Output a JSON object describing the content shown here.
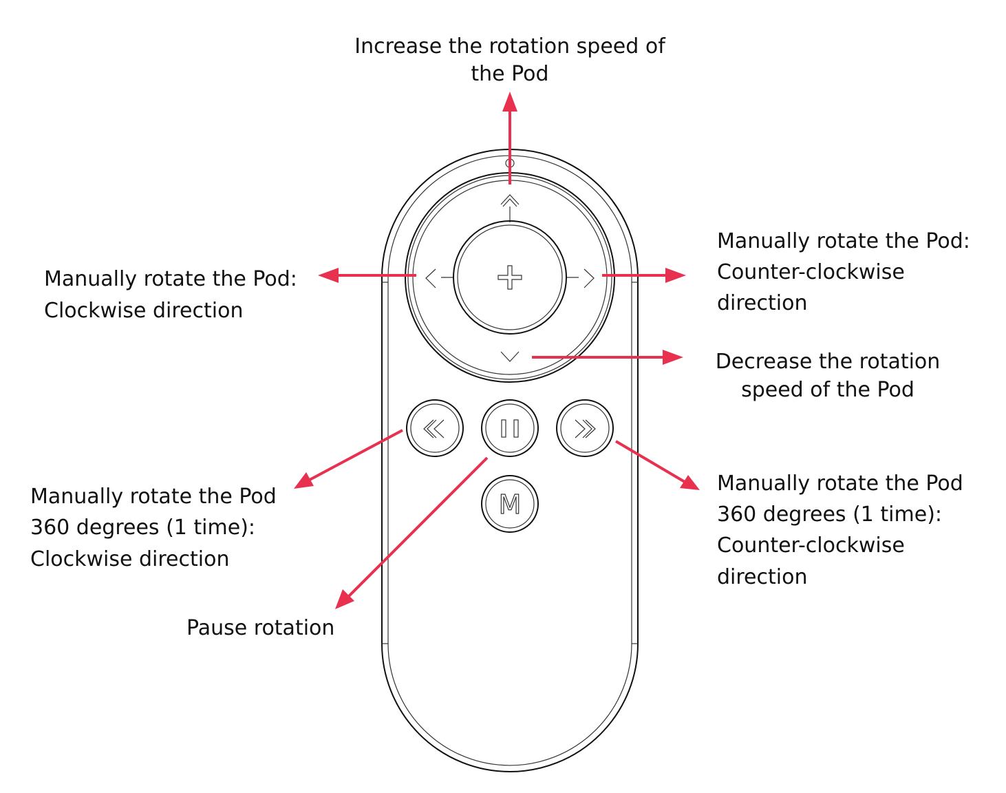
{
  "colors": {
    "arrow": "#e8304f",
    "outline": "#111111"
  },
  "labels": {
    "increase": [
      "Increase the rotation speed of",
      "the Pod"
    ],
    "rotate_cw": [
      "Manually rotate the Pod:",
      "Clockwise direction"
    ],
    "rotate_ccw": [
      "Manually rotate the Pod:",
      "Counter-clockwise",
      "direction"
    ],
    "decrease": [
      "Decrease the rotation",
      "speed of the Pod"
    ],
    "rotate360_cw": [
      "Manually rotate the Pod",
      "360 degrees (1 time):",
      "Clockwise direction"
    ],
    "pause": [
      "Pause rotation"
    ],
    "rotate360_ccw": [
      "Manually rotate the Pod",
      "360 degrees (1 time):",
      "Counter-clockwise",
      "direction"
    ]
  },
  "buttons": {
    "mode_letter": "M"
  },
  "icons": [
    "up-chevron-icon",
    "down-chevron-icon",
    "left-chevron-icon",
    "right-chevron-icon",
    "plus-icon",
    "rewind-icon",
    "pause-icon",
    "fast-forward-icon"
  ]
}
